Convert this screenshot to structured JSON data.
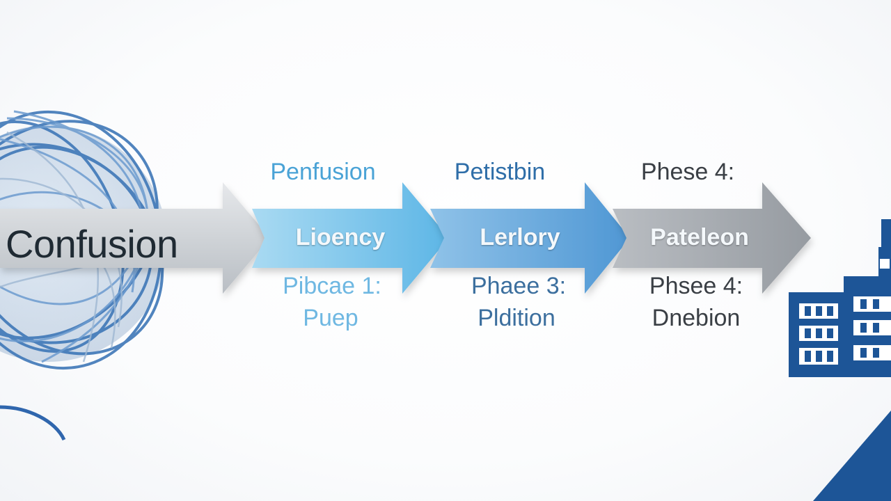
{
  "diagram": {
    "start_label": "Confusion",
    "stages": [
      {
        "top_label": "Penfusion",
        "arrow_label": "Lioency",
        "bottom_line1": "Pibcae 1:",
        "bottom_line2": "Puep",
        "color": "#7cc6ea"
      },
      {
        "top_label": "Petistbin",
        "arrow_label": "Lerlory",
        "bottom_line1": "Phaee 3:",
        "bottom_line2": "Pldition",
        "color": "#6aa6d9"
      },
      {
        "top_label": "Phese 4:",
        "arrow_label": "Pateleon",
        "bottom_line1": "Phsee 4:",
        "bottom_line2": "Dnebion",
        "color": "#a9adb2"
      }
    ]
  },
  "colors": {
    "yarn": "#3f78b8",
    "building": "#1d5597",
    "label_blue": "#4aa3d6",
    "label_midblue": "#2f6ea8",
    "label_gray": "#3a3f45"
  },
  "icons": {
    "start": "tangled-yarn-icon",
    "end": "building-icon"
  }
}
